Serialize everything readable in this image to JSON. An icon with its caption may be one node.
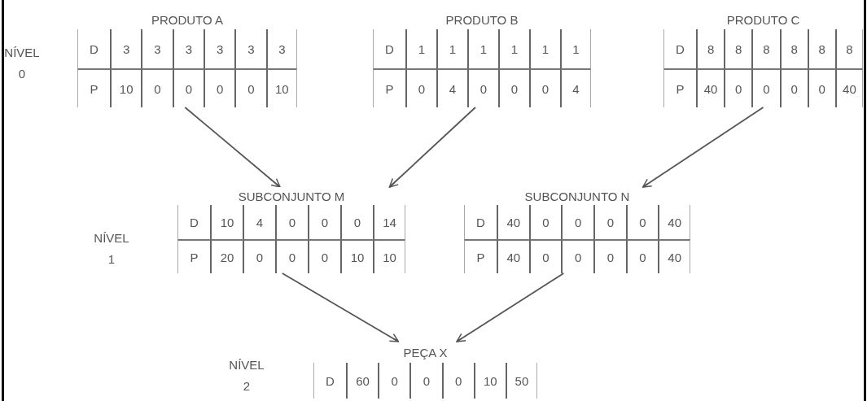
{
  "diagram": {
    "nodes": [
      {
        "text": [
          "PRODUTO A",
          "D",
          "3",
          "3",
          "3",
          "3",
          "3",
          "3",
          "P",
          "10",
          "0",
          "0",
          "0",
          "0",
          "10"
        ]
      },
      {
        "text": [
          "PRODUTO B",
          "D",
          "1",
          "1",
          "1",
          "1",
          "1",
          "1",
          "P",
          "0",
          "4",
          "0",
          "0",
          "0",
          "4"
        ]
      },
      {
        "text": [
          "PRODUTO C",
          "D",
          "8",
          "8",
          "8",
          "8",
          "8",
          "8",
          "P",
          "40",
          "0",
          "0",
          "0",
          "0",
          "40"
        ]
      },
      {
        "text": [
          "SUBCONJUNTO M",
          "D",
          "10",
          "4",
          "0",
          "0",
          "0",
          "14",
          "P",
          "20",
          "0",
          "0",
          "0",
          "10",
          "10"
        ]
      },
      {
        "text": [
          "SUBCONJUNTO N",
          "D",
          "40",
          "0",
          "0",
          "0",
          "0",
          "40",
          "P",
          "40",
          "0",
          "0",
          "0",
          "0",
          "40"
        ]
      },
      {
        "text": [
          "PEÇA X",
          "D",
          "60",
          "0",
          "0",
          "0",
          "10",
          "50"
        ]
      }
    ],
    "edges": [
      {
        "from": 0,
        "to": 3,
        "arrow": "to"
      },
      {
        "from": 1,
        "to": 3,
        "arrow": "to"
      },
      {
        "from": 2,
        "to": 4,
        "arrow": "to"
      },
      {
        "from": 3,
        "to": 5,
        "arrow": "to"
      },
      {
        "from": 4,
        "to": 5,
        "arrow": "to"
      }
    ],
    "labels": [
      "NÍVEL 0",
      "NÍVEL 1",
      "NÍVEL 2"
    ]
  }
}
